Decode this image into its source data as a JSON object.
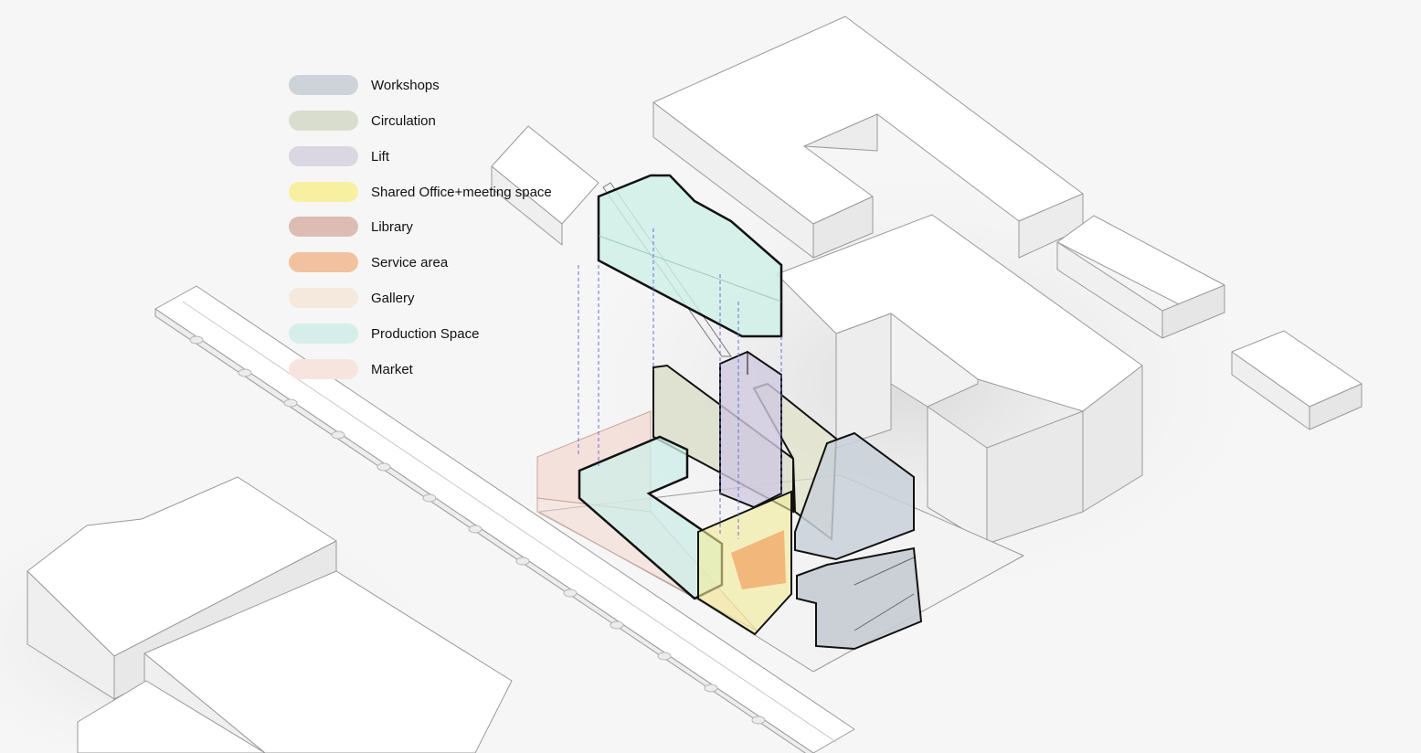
{
  "legend": [
    {
      "label": "Workshops",
      "color": "#cdd3d9"
    },
    {
      "label": "Circulation",
      "color": "#d9ddcd"
    },
    {
      "label": "Lift",
      "color": "#dad6e2"
    },
    {
      "label": "Shared Office+meeting space",
      "color": "#f7f0a0"
    },
    {
      "label": "Library",
      "color": "#ddbdb3"
    },
    {
      "label": "Service area",
      "color": "#f2c2a0"
    },
    {
      "label": "Gallery",
      "color": "#f5e8dc"
    },
    {
      "label": "Production Space",
      "color": "#d6eee9"
    },
    {
      "label": "Market",
      "color": "#f8e4df"
    }
  ],
  "colors": {
    "background": "#f6f6f6",
    "context_building": "#ffffff",
    "context_edge": "#9a9a9a",
    "projection_line": "#6b6fd8"
  }
}
